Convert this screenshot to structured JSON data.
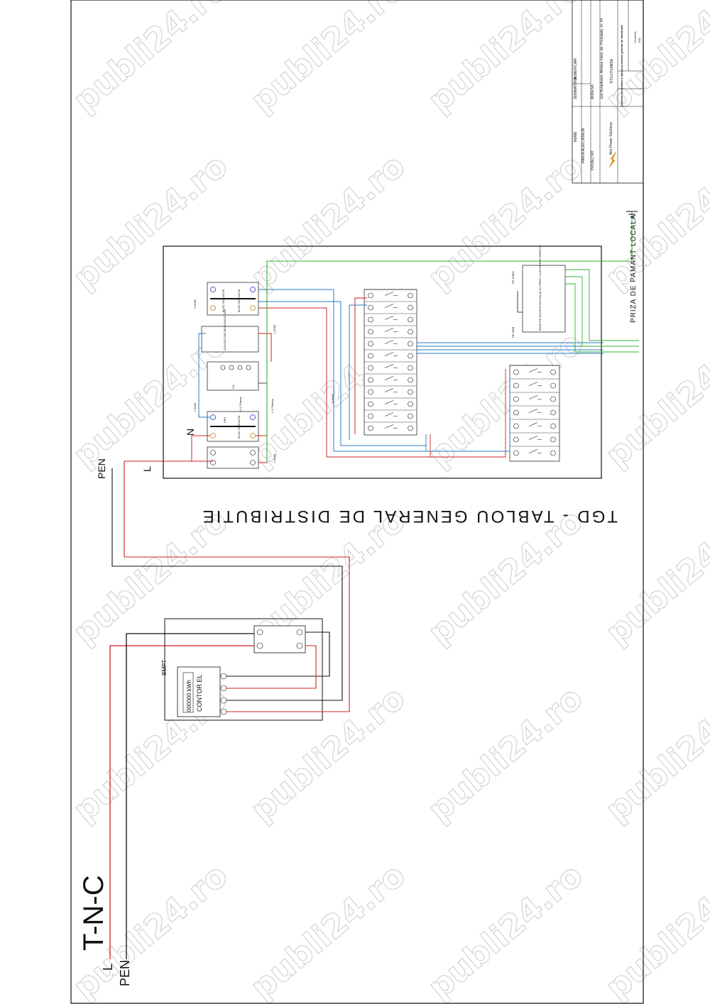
{
  "watermark": {
    "text": "publi24.ro"
  },
  "supply": {
    "system_label": "T-N-C",
    "line_label": "L",
    "pen_label": "PEN"
  },
  "bmpt": {
    "label": "BMPT",
    "meter_display": "000000 kWh",
    "meter_label": "CONTOR EL"
  },
  "tgd": {
    "title": "TGD - TABLOU GENERAL DE DISTRIBUTIE",
    "pen_label": "PEN",
    "l_label": "L",
    "n_label": "N",
    "blocks": {
      "bloc_derivatie_n": "BLOC DERIVATIE",
      "bloc_derivatie_l": "BLOC DERIVATIE",
      "contactor": "CONTACTOR MONOFAZIC 63A",
      "ca_label": "CA",
      "pen_block": "PEN",
      "bloc_derivatie_pen": "BLOC DERIVATIE"
    },
    "wires": {
      "n6": "N 6MM",
      "l6": "L 6MM",
      "n075": "N 0.75mmp",
      "l075": "L 0.75mmp",
      "l6b": "L 6MM",
      "n6b": "N 6MM",
      "l6c": "L 6MM"
    },
    "earth": {
      "bar": "BARA PE (ECHIPOTENTIALA) CU PROT. LA ATINGERE DIRECTA",
      "pe16": "PE 16MM",
      "pe6": "PE 6MM",
      "priza": "PRIZA DE PAMANT LOCALA"
    }
  },
  "title_block": {
    "cells": [
      "SEMNATURA",
      "BENEFICIAR",
      "NUME",
      "PANTA ALIN CATALIN",
      "PROIECTAT",
      "ADRESA",
      "Jud Hunedoara, Almasu mare, str. Principala, nr. 24",
      "Alin Power Solutions",
      "TITLU PLANSA",
      "Schema monofilara a tabloului electric general de distributie",
      "PLANSA",
      "E01"
    ]
  }
}
